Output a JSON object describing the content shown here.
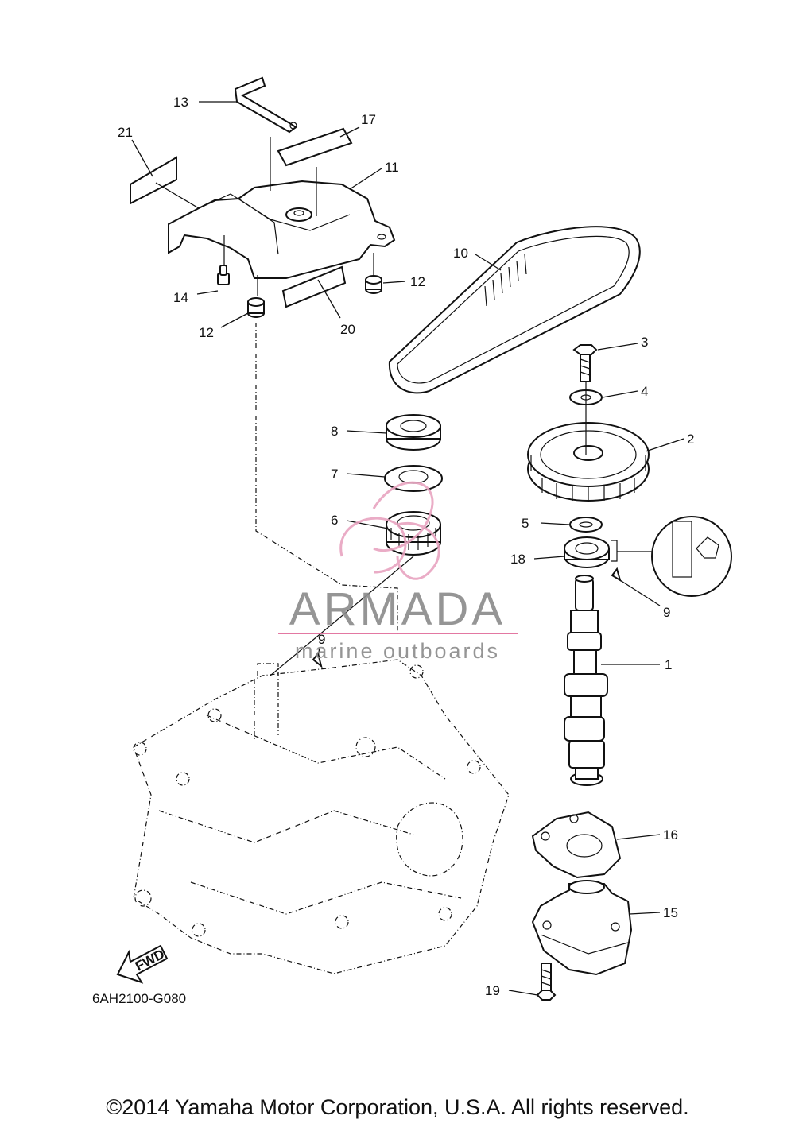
{
  "callouts": [
    {
      "id": "1",
      "label": "1"
    },
    {
      "id": "2",
      "label": "2"
    },
    {
      "id": "3",
      "label": "3"
    },
    {
      "id": "4",
      "label": "4"
    },
    {
      "id": "5",
      "label": "5"
    },
    {
      "id": "6",
      "label": "6"
    },
    {
      "id": "7",
      "label": "7"
    },
    {
      "id": "8",
      "label": "8"
    },
    {
      "id": "9a",
      "label": "9"
    },
    {
      "id": "9b",
      "label": "9"
    },
    {
      "id": "10",
      "label": "10"
    },
    {
      "id": "11",
      "label": "11"
    },
    {
      "id": "12a",
      "label": "12"
    },
    {
      "id": "12b",
      "label": "12"
    },
    {
      "id": "13",
      "label": "13"
    },
    {
      "id": "14",
      "label": "14"
    },
    {
      "id": "15",
      "label": "15"
    },
    {
      "id": "16",
      "label": "16"
    },
    {
      "id": "17",
      "label": "17"
    },
    {
      "id": "18",
      "label": "18"
    },
    {
      "id": "19",
      "label": "19"
    },
    {
      "id": "20",
      "label": "20"
    },
    {
      "id": "21",
      "label": "21"
    }
  ],
  "fwd_label": "FWD",
  "diagram_code": "6AH2100-G080",
  "watermark": {
    "brand": "ARMADA",
    "tagline": "marine outboards",
    "line_color": "#e06a98",
    "logo_color": "#e8a4c0"
  },
  "copyright": "©2014 Yamaha Motor Corporation, U.S.A. All rights reserved."
}
